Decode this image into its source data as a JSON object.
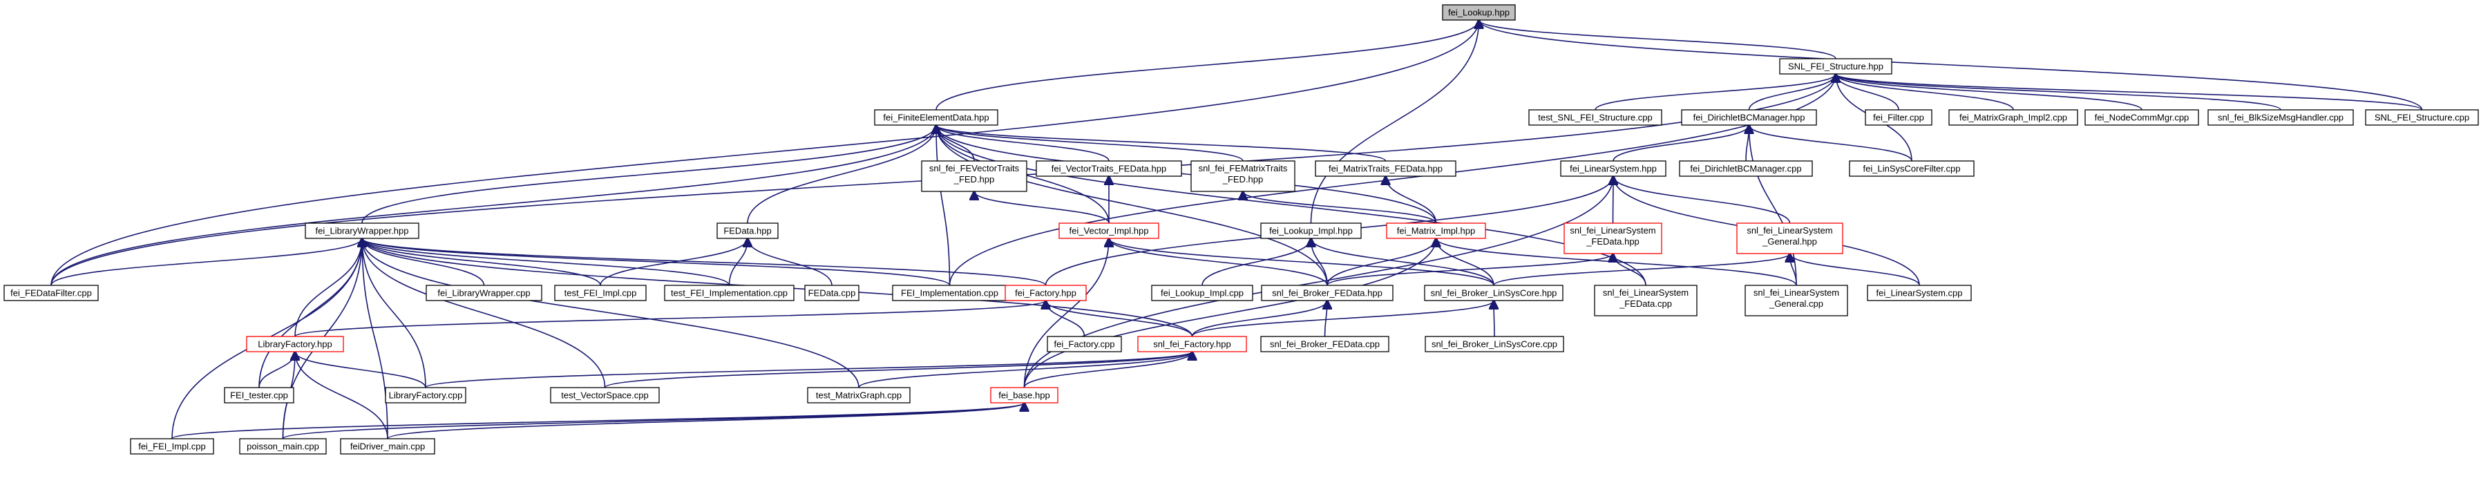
{
  "title": "",
  "colors": {
    "edge": "#191970",
    "node_border": "#000000",
    "red_border": "#ff0000",
    "root_fill": "#bfbfbf"
  },
  "nodes": [
    {
      "id": "lookup",
      "lines": [
        "fei_Lookup.hpp"
      ]
    },
    {
      "id": "snl_struct",
      "lines": [
        "SNL_FEI_Structure.hpp"
      ]
    },
    {
      "id": "fed",
      "lines": [
        "fei_FiniteElementData.hpp"
      ]
    },
    {
      "id": "test_snl",
      "lines": [
        "test_SNL_FEI_Structure.cpp"
      ]
    },
    {
      "id": "dbc",
      "lines": [
        "fei_DirichletBCManager.hpp"
      ]
    },
    {
      "id": "filter",
      "lines": [
        "fei_Filter.cpp"
      ]
    },
    {
      "id": "mgimpl2",
      "lines": [
        "fei_MatrixGraph_Impl2.cpp"
      ]
    },
    {
      "id": "ncm",
      "lines": [
        "fei_NodeCommMgr.cpp"
      ]
    },
    {
      "id": "blk",
      "lines": [
        "snl_fei_BlkSizeMsgHandler.cpp"
      ]
    },
    {
      "id": "snl_struct_cpp",
      "lines": [
        "SNL_FEI_Structure.cpp"
      ]
    },
    {
      "id": "snl_fevt",
      "lines": [
        "snl_fei_FEVectorTraits",
        "_FED.hpp"
      ]
    },
    {
      "id": "fei_vt",
      "lines": [
        "fei_VectorTraits_FEData.hpp"
      ]
    },
    {
      "id": "snl_fmt",
      "lines": [
        "snl_fei_FEMatrixTraits",
        "_FED.hpp"
      ]
    },
    {
      "id": "fei_mt",
      "lines": [
        "fei_MatrixTraits_FEData.hpp"
      ]
    },
    {
      "id": "linsys",
      "lines": [
        "fei_LinearSystem.hpp"
      ]
    },
    {
      "id": "dbc_cpp",
      "lines": [
        "fei_DirichletBCManager.cpp"
      ]
    },
    {
      "id": "lscf",
      "lines": [
        "fei_LinSysCoreFilter.cpp"
      ]
    },
    {
      "id": "libwrap",
      "lines": [
        "fei_LibraryWrapper.hpp"
      ]
    },
    {
      "id": "fedata",
      "lines": [
        "FEData.hpp"
      ]
    },
    {
      "id": "vec_impl",
      "lines": [
        "fei_Vector_Impl.hpp"
      ]
    },
    {
      "id": "lookup_impl",
      "lines": [
        "fei_Lookup_Impl.hpp"
      ]
    },
    {
      "id": "mat_impl",
      "lines": [
        "fei_Matrix_Impl.hpp"
      ]
    },
    {
      "id": "snl_ls_fed",
      "lines": [
        "snl_fei_LinearSystem",
        "_FEData.hpp"
      ]
    },
    {
      "id": "snl_ls_gen",
      "lines": [
        "snl_fei_LinearSystem",
        "_General.hpp"
      ]
    },
    {
      "id": "fedf",
      "lines": [
        "fei_FEDataFilter.cpp"
      ]
    },
    {
      "id": "libwrap_cpp",
      "lines": [
        "fei_LibraryWrapper.cpp"
      ]
    },
    {
      "id": "test_fei_impl",
      "lines": [
        "test_FEI_Impl.cpp"
      ]
    },
    {
      "id": "test_fei_impl2",
      "lines": [
        "test_FEI_Implementation.cpp"
      ]
    },
    {
      "id": "fedata_cpp",
      "lines": [
        "FEData.cpp"
      ]
    },
    {
      "id": "fei_impl_cpp",
      "lines": [
        "FEI_Implementation.cpp"
      ]
    },
    {
      "id": "factory",
      "lines": [
        "fei_Factory.hpp"
      ]
    },
    {
      "id": "brk_fed",
      "lines": [
        "snl_fei_Broker_FEData.hpp"
      ]
    },
    {
      "id": "brk_lsc",
      "lines": [
        "snl_fei_Broker_LinSysCore.hpp"
      ]
    },
    {
      "id": "lookup_impl_cpp",
      "lines": [
        "fei_Lookup_Impl.cpp"
      ]
    },
    {
      "id": "snl_ls_fed_cpp",
      "lines": [
        "snl_fei_LinearSystem",
        "_FEData.cpp"
      ]
    },
    {
      "id": "snl_ls_gen_cpp",
      "lines": [
        "snl_fei_LinearSystem",
        "_General.cpp"
      ]
    },
    {
      "id": "ls_cpp",
      "lines": [
        "fei_LinearSystem.cpp"
      ]
    },
    {
      "id": "libfac",
      "lines": [
        "LibraryFactory.hpp"
      ]
    },
    {
      "id": "factory_cpp",
      "lines": [
        "fei_Factory.cpp"
      ]
    },
    {
      "id": "snl_factory",
      "lines": [
        "snl_fei_Factory.hpp"
      ]
    },
    {
      "id": "brk_fed_cpp",
      "lines": [
        "snl_fei_Broker_FEData.cpp"
      ]
    },
    {
      "id": "brk_lsc_cpp",
      "lines": [
        "snl_fei_Broker_LinSysCore.cpp"
      ]
    },
    {
      "id": "fei_tester",
      "lines": [
        "FEI_tester.cpp"
      ]
    },
    {
      "id": "libfac_cpp",
      "lines": [
        "LibraryFactory.cpp"
      ]
    },
    {
      "id": "test_vs",
      "lines": [
        "test_VectorSpace.cpp"
      ]
    },
    {
      "id": "test_mg",
      "lines": [
        "test_MatrixGraph.cpp"
      ]
    },
    {
      "id": "fei_base",
      "lines": [
        "fei_base.hpp"
      ]
    },
    {
      "id": "fei_fei_impl",
      "lines": [
        "fei_FEI_Impl.cpp"
      ]
    },
    {
      "id": "poisson",
      "lines": [
        "poisson_main.cpp"
      ]
    },
    {
      "id": "feidriver",
      "lines": [
        "feiDriver_main.cpp"
      ]
    }
  ]
}
